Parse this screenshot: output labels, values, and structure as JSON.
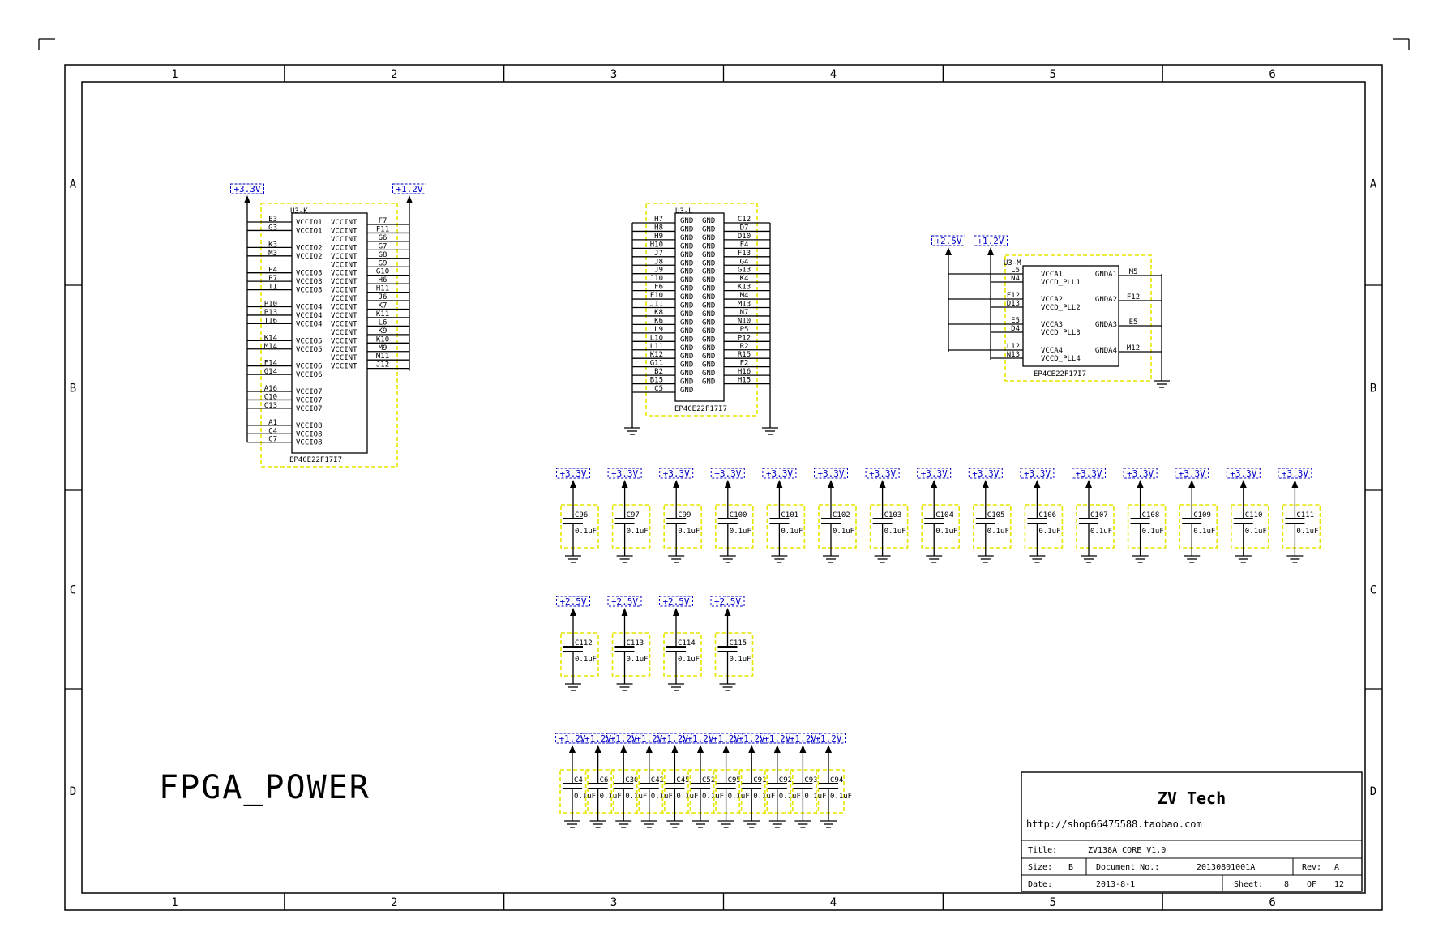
{
  "colors": {
    "wire": "#000000",
    "net_label": "#0000c8",
    "dashed_box": "#e6e600",
    "background": "#ffffff"
  },
  "frame": {
    "columns": [
      "1",
      "2",
      "3",
      "4",
      "5",
      "6"
    ],
    "rows": [
      "A",
      "B",
      "C",
      "D"
    ]
  },
  "page_title": "FPGA_POWER",
  "u3k": {
    "ref": "U3-K",
    "part": "EP4CE22F17I7",
    "net_left": "+3.3V",
    "net_right": "+1.2V",
    "left_pins": [
      [
        "E3",
        "VCCIO1"
      ],
      [
        "G3",
        "VCCIO1"
      ],
      [
        "K3",
        "VCCIO2"
      ],
      [
        "M3",
        "VCCIO2"
      ],
      [
        "P4",
        "VCCIO3"
      ],
      [
        "P7",
        "VCCIO3"
      ],
      [
        "T1",
        "VCCIO3"
      ],
      [
        "P10",
        "VCCIO4"
      ],
      [
        "P13",
        "VCCIO4"
      ],
      [
        "T16",
        "VCCIO4"
      ],
      [
        "K14",
        "VCCIO5"
      ],
      [
        "M14",
        "VCCIO5"
      ],
      [
        "F14",
        "VCCIO6"
      ],
      [
        "G14",
        "VCCIO6"
      ],
      [
        "A16",
        "VCCIO7"
      ],
      [
        "C10",
        "VCCIO7"
      ],
      [
        "C13",
        "VCCIO7"
      ],
      [
        "A1",
        "VCCIO8"
      ],
      [
        "C4",
        "VCCIO8"
      ],
      [
        "C7",
        "VCCIO8"
      ]
    ],
    "right_pins": [
      [
        "F7",
        "VCCINT"
      ],
      [
        "F11",
        "VCCINT"
      ],
      [
        "G6",
        "VCCINT"
      ],
      [
        "G7",
        "VCCINT"
      ],
      [
        "G8",
        "VCCINT"
      ],
      [
        "G9",
        "VCCINT"
      ],
      [
        "G10",
        "VCCINT"
      ],
      [
        "H6",
        "VCCINT"
      ],
      [
        "H11",
        "VCCINT"
      ],
      [
        "J6",
        "VCCINT"
      ],
      [
        "K7",
        "VCCINT"
      ],
      [
        "K11",
        "VCCINT"
      ],
      [
        "L6",
        "VCCINT"
      ],
      [
        "K9",
        "VCCINT"
      ],
      [
        "K10",
        "VCCINT"
      ],
      [
        "M9",
        "VCCINT"
      ],
      [
        "M11",
        "VCCINT"
      ],
      [
        "J12",
        "VCCINT"
      ]
    ]
  },
  "u3l": {
    "ref": "U3-L",
    "part": "EP4CE22F17I7",
    "left_pins": [
      [
        "H7",
        "GND"
      ],
      [
        "H8",
        "GND"
      ],
      [
        "H9",
        "GND"
      ],
      [
        "H10",
        "GND"
      ],
      [
        "J7",
        "GND"
      ],
      [
        "J8",
        "GND"
      ],
      [
        "J9",
        "GND"
      ],
      [
        "J10",
        "GND"
      ],
      [
        "F6",
        "GND"
      ],
      [
        "F10",
        "GND"
      ],
      [
        "J11",
        "GND"
      ],
      [
        "K8",
        "GND"
      ],
      [
        "K6",
        "GND"
      ],
      [
        "L9",
        "GND"
      ],
      [
        "L10",
        "GND"
      ],
      [
        "L11",
        "GND"
      ],
      [
        "K12",
        "GND"
      ],
      [
        "G11",
        "GND"
      ],
      [
        "B2",
        "GND"
      ],
      [
        "B15",
        "GND"
      ],
      [
        "C5",
        "GND"
      ]
    ],
    "right_pins": [
      [
        "C12",
        "GND"
      ],
      [
        "D7",
        "GND"
      ],
      [
        "D10",
        "GND"
      ],
      [
        "F4",
        "GND"
      ],
      [
        "F13",
        "GND"
      ],
      [
        "G4",
        "GND"
      ],
      [
        "G13",
        "GND"
      ],
      [
        "K4",
        "GND"
      ],
      [
        "K13",
        "GND"
      ],
      [
        "M4",
        "GND"
      ],
      [
        "M13",
        "GND"
      ],
      [
        "N7",
        "GND"
      ],
      [
        "N10",
        "GND"
      ],
      [
        "P5",
        "GND"
      ],
      [
        "P12",
        "GND"
      ],
      [
        "R2",
        "GND"
      ],
      [
        "R15",
        "GND"
      ],
      [
        "F2",
        "GND"
      ],
      [
        "H16",
        "GND"
      ],
      [
        "H15",
        "GND"
      ]
    ]
  },
  "u3m": {
    "ref": "U3-M",
    "part": "EP4CE22F17I7",
    "net_a": "+2.5V",
    "net_b": "+1.2V",
    "groups": [
      {
        "pa": "L5",
        "la": "VCCA1",
        "pb": "N4",
        "lb": "VCCD_PLL1",
        "rl": "GNDA1",
        "rp": "M5"
      },
      {
        "pa": "F12",
        "la": "VCCA2",
        "pb": "D13",
        "lb": "VCCD_PLL2",
        "rl": "GNDA2",
        "rp": "F12"
      },
      {
        "pa": "E5",
        "la": "VCCA3",
        "pb": "D4",
        "lb": "VCCD_PLL3",
        "rl": "GNDA3",
        "rp": "E5"
      },
      {
        "pa": "L12",
        "la": "VCCA4",
        "pb": "N13",
        "lb": "VCCD_PLL4",
        "rl": "GNDA4",
        "rp": "M12"
      }
    ]
  },
  "caps_33": {
    "net": "+3.3V",
    "value": "0.1uF",
    "refs": [
      "C96",
      "C97",
      "C99",
      "C100",
      "C101",
      "C102",
      "C103",
      "C104",
      "C105",
      "C106",
      "C107",
      "C108",
      "C109",
      "C110",
      "C111"
    ]
  },
  "caps_25": {
    "net": "+2.5V",
    "value": "0.1uF",
    "refs": [
      "C112",
      "C113",
      "C114",
      "C115"
    ]
  },
  "caps_12": {
    "net": "+1.2V",
    "value": "0.1uF",
    "refs": [
      "C4",
      "C6",
      "C30",
      "C42",
      "C45",
      "C52",
      "C95",
      "C91",
      "C92",
      "C93",
      "C94"
    ]
  },
  "title_block": {
    "company": "ZV Tech",
    "url": "http://shop66475588.taobao.com",
    "title_label": "Title:",
    "title": "ZV138A CORE V1.0",
    "size_label": "Size:",
    "size": "B",
    "docno_label": "Document No.:",
    "docno": "20130801001A",
    "rev_label": "Rev:",
    "rev": "A",
    "date_label": "Date:",
    "date": "2013-8-1",
    "sheet_label": "Sheet:",
    "sheet": "8",
    "of_label": "OF",
    "of": "12"
  }
}
